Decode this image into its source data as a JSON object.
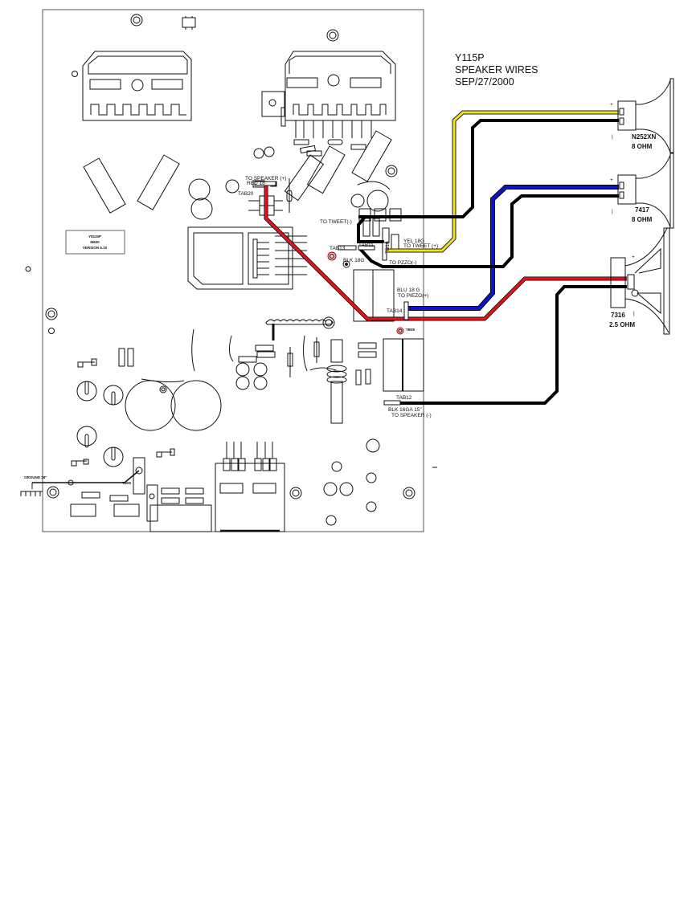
{
  "title": {
    "model": "Y115P",
    "subtitle": "SPEAKER WIRES",
    "date": "SEP/27/2000"
  },
  "board_label": {
    "line1": "Y8115P",
    "line2": "M600",
    "line3": "VERSION 5.10"
  },
  "wire_labels": {
    "to_speaker_plus": "TO SPEAKER (+)",
    "red_wire": "RED 18\"",
    "tab20": "TAB20",
    "to_tweet_minus": "TO TWEET(-)",
    "tab13": "TAB13",
    "tab11": "TAB11",
    "tb10": "TB10",
    "blk_18g": "BLK 18G",
    "yel_18g": "YEL 18G",
    "to_tweet_plus": "TO TWEET (+)",
    "to_pizzo_minus": "TO PZZO(-)",
    "blu_18g": "BLU 18 G",
    "to_pizzo_plus": "TO PIEZO(+)",
    "tab14": "TAB14 .",
    "tab12": "TAB12",
    "blk_16ga": "BLK 16GA 15\"",
    "to_speaker_minus": "TO SPEAKER (-)",
    "small_tag": "TB09",
    "ground_tag": "GROUND 18\"",
    "ground_tab": "TB05"
  },
  "speakers": [
    {
      "model": "N252XN",
      "impedance": "8 OHM",
      "plus": "+",
      "minus": "|"
    },
    {
      "model": "7417",
      "impedance": "8 OHM",
      "plus": "+",
      "minus": "|"
    },
    {
      "model": "7316",
      "impedance": "2.5 OHM",
      "plus": "+",
      "minus": "|"
    }
  ],
  "wire_colors": {
    "yellow": "#f2e21a",
    "black": "#000000",
    "blue": "#0a14c8",
    "red": "#e0141a"
  }
}
